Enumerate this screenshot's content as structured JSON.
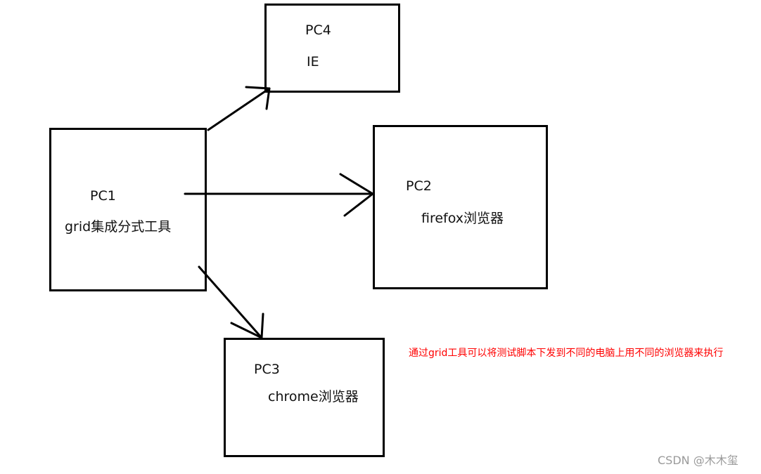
{
  "nodes": {
    "pc1": {
      "title": "PC1",
      "subtitle": "grid集成分式工具"
    },
    "pc2": {
      "title": "PC2",
      "subtitle": "firefox浏览器"
    },
    "pc3": {
      "title": "PC3",
      "subtitle": "chrome浏览器"
    },
    "pc4": {
      "title": "PC4",
      "subtitle": "IE"
    }
  },
  "note": "通过grid工具可以将测试脚本下发到不同的电脑上用不同的浏览器来执行",
  "watermark": "CSDN @木木玺",
  "colors": {
    "stroke": "#000000",
    "note": "#ff0000",
    "watermark": "#9a9a9a"
  }
}
